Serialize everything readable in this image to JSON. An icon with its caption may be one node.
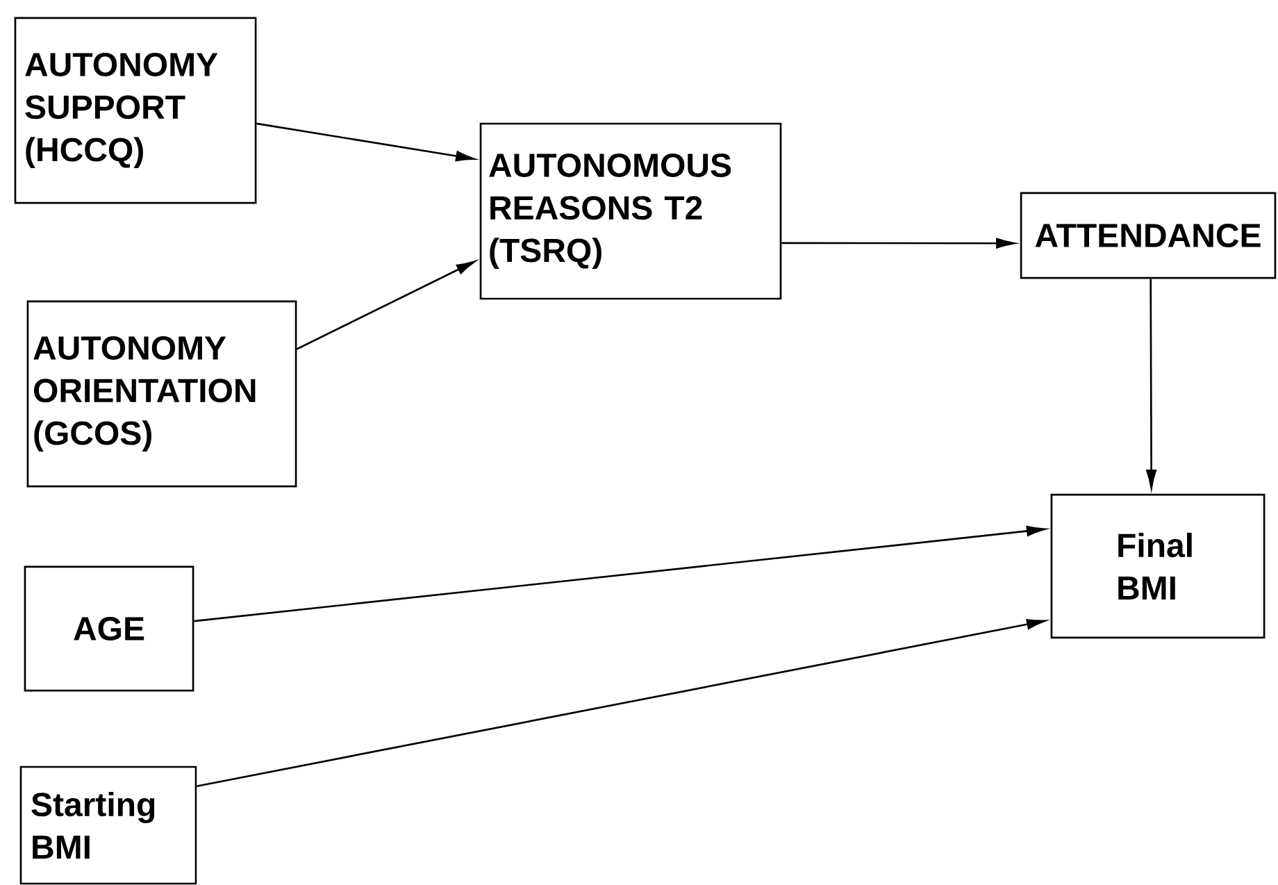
{
  "diagram": {
    "nodes": [
      {
        "text": [
          "AUTONOMY SUPPORT (HCCQ)"
        ]
      },
      {
        "text": [
          "AUTONOMY ORIENTATION (GCOS)"
        ]
      },
      {
        "text": [
          "AUTONOMOUS REASONS T2 (TSRQ)"
        ]
      },
      {
        "text": [
          "ATTENDANCE"
        ]
      },
      {
        "text": [
          "Final BMI"
        ]
      },
      {
        "text": [
          "AGE"
        ]
      },
      {
        "text": [
          "Starting BMI"
        ]
      }
    ],
    "edges": [
      {
        "from": 0,
        "to": 2,
        "arrow": "to"
      },
      {
        "from": 1,
        "to": 2,
        "arrow": "to"
      },
      {
        "from": 2,
        "to": 3,
        "arrow": "to"
      },
      {
        "from": 3,
        "to": 4,
        "arrow": "to"
      },
      {
        "from": 5,
        "to": 4,
        "arrow": "to"
      },
      {
        "from": 6,
        "to": 4,
        "arrow": "to"
      }
    ]
  }
}
